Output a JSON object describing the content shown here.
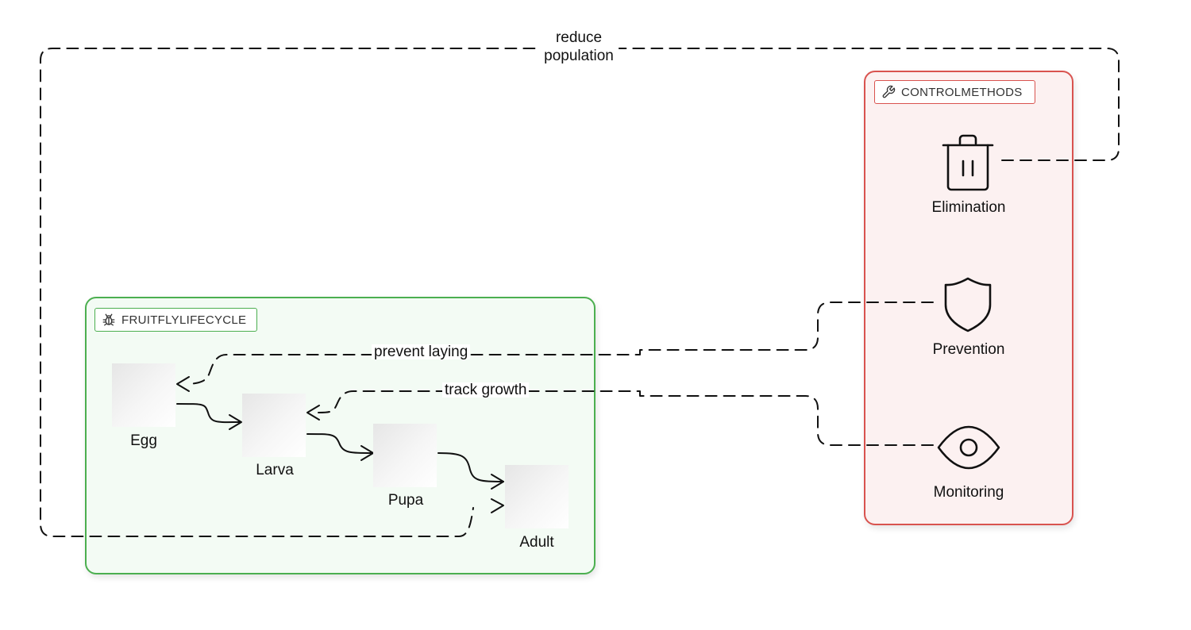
{
  "groups": {
    "lifecycle": {
      "label": "FRUITFLYLIFECYCLE",
      "icon": "bug-icon",
      "border_color": "#4caf50",
      "fill_color": "#f3fbf4"
    },
    "control": {
      "label": "CONTROLMETHODS",
      "icon": "wrench-icon",
      "border_color": "#d9534f",
      "fill_color": "#fcf1f1"
    }
  },
  "lifecycle_nodes": {
    "egg": {
      "label": "Egg"
    },
    "larva": {
      "label": "Larva"
    },
    "pupa": {
      "label": "Pupa"
    },
    "adult": {
      "label": "Adult"
    }
  },
  "control_nodes": {
    "elimination": {
      "label": "Elimination",
      "icon": "trash-icon"
    },
    "prevention": {
      "label": "Prevention",
      "icon": "shield-icon"
    },
    "monitoring": {
      "label": "Monitoring",
      "icon": "eye-icon"
    }
  },
  "edges": {
    "reduce_population": {
      "line1": "reduce",
      "line2": "population"
    },
    "prevent_laying": {
      "label": "prevent laying"
    },
    "track_growth": {
      "label": "track growth"
    }
  }
}
